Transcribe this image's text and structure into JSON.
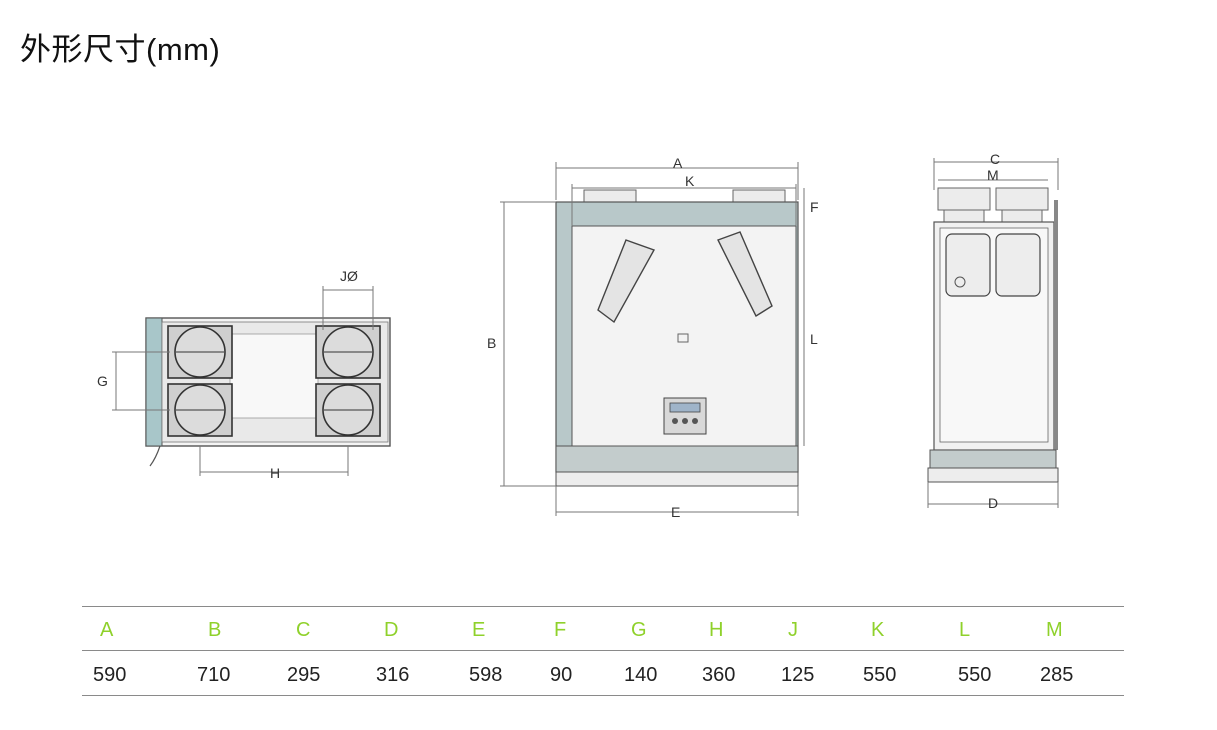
{
  "title": "外形尺寸(mm)",
  "accent_color": "#8fd12b",
  "drawing_labels": {
    "A": "A",
    "B": "B",
    "C": "C",
    "D": "D",
    "E": "E",
    "F": "F",
    "G": "G",
    "H": "H",
    "J": "JØ",
    "K": "K",
    "L": "L",
    "M": "M"
  },
  "table": {
    "headers": [
      "A",
      "B",
      "C",
      "D",
      "E",
      "F",
      "G",
      "H",
      "J",
      "K",
      "L",
      "M"
    ],
    "values": [
      "590",
      "710",
      "295",
      "316",
      "598",
      "90",
      "140",
      "360",
      "125",
      "550",
      "550",
      "285"
    ]
  }
}
